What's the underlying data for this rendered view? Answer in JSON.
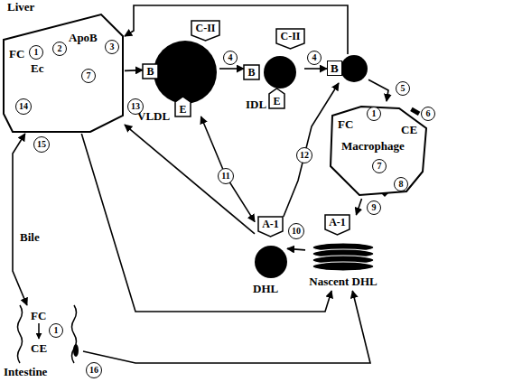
{
  "diagram": {
    "nodes": [
      {
        "text": [
          "Liver",
          "FC",
          "Ec",
          "ApoB"
        ]
      },
      {
        "text": [
          "VLDL"
        ]
      },
      {
        "text": [
          "B"
        ],
        "in": 1
      },
      {
        "text": [
          "C-II"
        ],
        "in": 1
      },
      {
        "text": [
          "E"
        ],
        "in": 1
      },
      {
        "text": [
          "IDL"
        ]
      },
      {
        "text": [
          "B"
        ],
        "in": 5
      },
      {
        "text": [
          "C-II"
        ],
        "in": 5
      },
      {
        "text": [
          "E"
        ],
        "in": 5
      },
      {
        "text": [
          "B"
        ]
      },
      {
        "text": [
          "Macrophage",
          "FC",
          "CE"
        ]
      },
      {
        "text": [
          "Nascent DHL"
        ]
      },
      {
        "text": [
          "A-1"
        ],
        "in": 11
      },
      {
        "text": [
          "DHL"
        ]
      },
      {
        "text": [
          "A-1"
        ],
        "in": 13
      },
      {
        "text": [
          "Intestine"
        ]
      }
    ],
    "edges": [
      {
        "from": 0,
        "to": 1,
        "arrow": "to"
      },
      {
        "from": 1,
        "to": 5,
        "label": "4",
        "arrow": "to"
      },
      {
        "from": 5,
        "to": 9,
        "label": "4",
        "arrow": "to"
      },
      {
        "from": 9,
        "to": 0,
        "arrow": "to"
      },
      {
        "from": 9,
        "to": 10,
        "label": "5",
        "arrow": "to"
      },
      {
        "from": 10,
        "to": 11,
        "label": "9",
        "arrow": "to"
      },
      {
        "from": 11,
        "to": 13,
        "label": "10",
        "arrow": "to"
      },
      {
        "from": 13,
        "to": 0,
        "arrow": "to"
      },
      {
        "from": 0,
        "to": 11,
        "arrow": "to"
      },
      {
        "from": 15,
        "to": 11,
        "arrow": "to"
      },
      {
        "from": 0,
        "to": 15,
        "arrow": "both"
      },
      {
        "from": 1,
        "to": 13,
        "label": "11",
        "arrow": "both"
      },
      {
        "from": 13,
        "to": 9,
        "label": "12",
        "arrow": "to"
      }
    ],
    "labels": [
      "1",
      "2",
      "3",
      "7",
      "13",
      "14",
      "15",
      "1",
      "6",
      "7",
      "8",
      "Bile",
      "FC",
      "1",
      "CE",
      "16"
    ]
  }
}
